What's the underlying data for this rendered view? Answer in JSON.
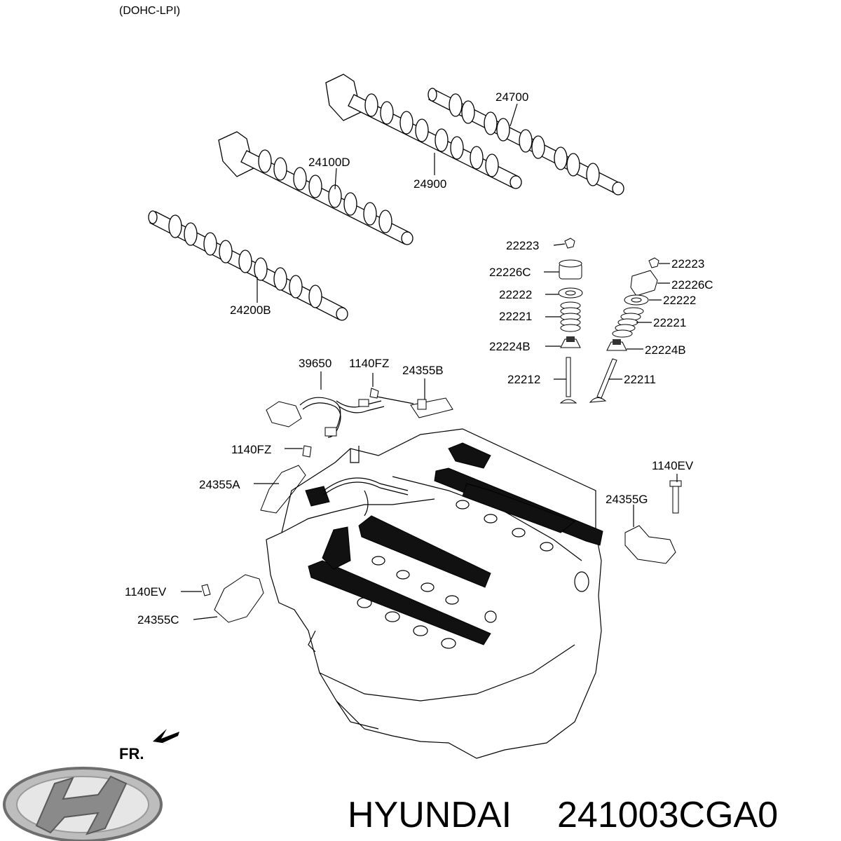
{
  "diagram": {
    "header": "(DOHC-LPI)",
    "front_label": "FR.",
    "footer": {
      "brand": "HYUNDAI",
      "part_number": "241003CGA0"
    },
    "callouts": {
      "c24700": "24700",
      "c24900": "24900",
      "c24100D": "24100D",
      "c24200B": "24200B",
      "c22223a": "22223",
      "c22226Ca": "22226C",
      "c22222a": "22222",
      "c22221a": "22221",
      "c22224Ba": "22224B",
      "c22212": "22212",
      "c22223b": "22223",
      "c22226Cb": "22226C",
      "c22222b": "22222",
      "c22221b": "22221",
      "c22224Bb": "22224B",
      "c22211": "22211",
      "c39650": "39650",
      "c1140FZa": "1140FZ",
      "c24355B": "24355B",
      "c1140FZb": "1140FZ",
      "c24355A": "24355A",
      "c1140EVa": "1140EV",
      "c24355G": "24355G",
      "c1140EVb": "1140EV",
      "c24355C": "24355C"
    }
  }
}
